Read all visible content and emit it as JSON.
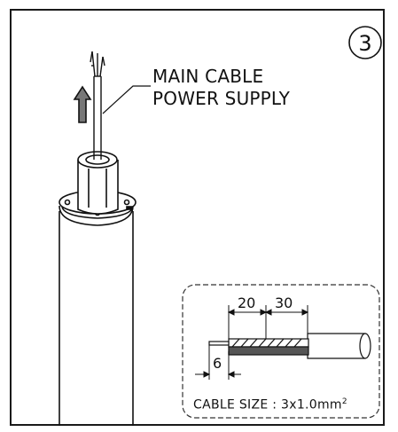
{
  "step": "3",
  "callout": {
    "line1": "MAIN CABLE",
    "line2": "POWER SUPPLY"
  },
  "detail": {
    "dim_left": "20",
    "dim_right": "30",
    "dim_bottom": "6",
    "cable_size_text": "CABLE SIZE : 3x1.0mm",
    "cable_size_sup": "2"
  }
}
